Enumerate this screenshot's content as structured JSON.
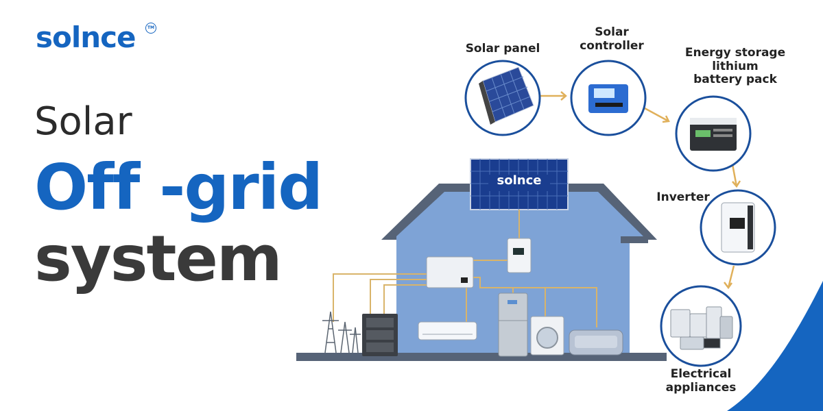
{
  "brand": {
    "logo": "solnce",
    "trademark": "TM",
    "panel_logo": "solnce"
  },
  "headline": {
    "line1": "Solar",
    "line2": "Off -grid",
    "line3": "system"
  },
  "flow": {
    "solar_panel": "Solar panel",
    "solar_controller": "Solar\ncontroller",
    "battery": "Energy storage\nlithium\nbattery pack",
    "inverter": "Inverter",
    "appliances": "Electrical\nappliances"
  },
  "colors": {
    "brand_blue": "#1565c0",
    "house_blue": "#7ea3d6",
    "arrow": "#e0b05a",
    "circle_border": "#1a4f9c"
  }
}
